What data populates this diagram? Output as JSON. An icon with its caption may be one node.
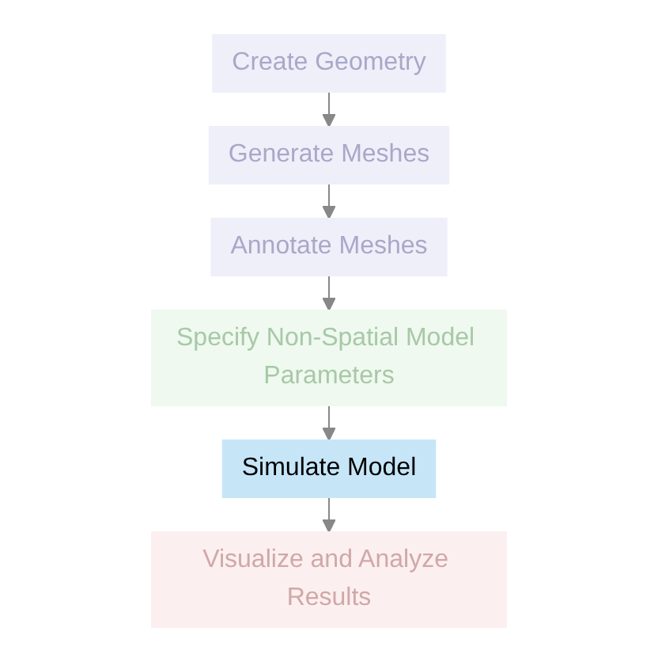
{
  "diagram": {
    "nodes": [
      {
        "text": [
          "Create Geometry"
        ]
      },
      {
        "text": [
          "Generate Meshes"
        ]
      },
      {
        "text": [
          "Annotate Meshes"
        ]
      },
      {
        "text": [
          "Specify Non-Spatial Model Parameters"
        ]
      },
      {
        "text": [
          "Simulate Model"
        ]
      },
      {
        "text": [
          "Visualize and Analyze Results"
        ]
      }
    ],
    "edges": [
      {
        "from": 0,
        "to": 1,
        "arrow": "to"
      },
      {
        "from": 1,
        "to": 2,
        "arrow": "to"
      },
      {
        "from": 2,
        "to": 3,
        "arrow": "to"
      },
      {
        "from": 3,
        "to": 4,
        "arrow": "to"
      },
      {
        "from": 4,
        "to": 5,
        "arrow": "to"
      }
    ]
  }
}
